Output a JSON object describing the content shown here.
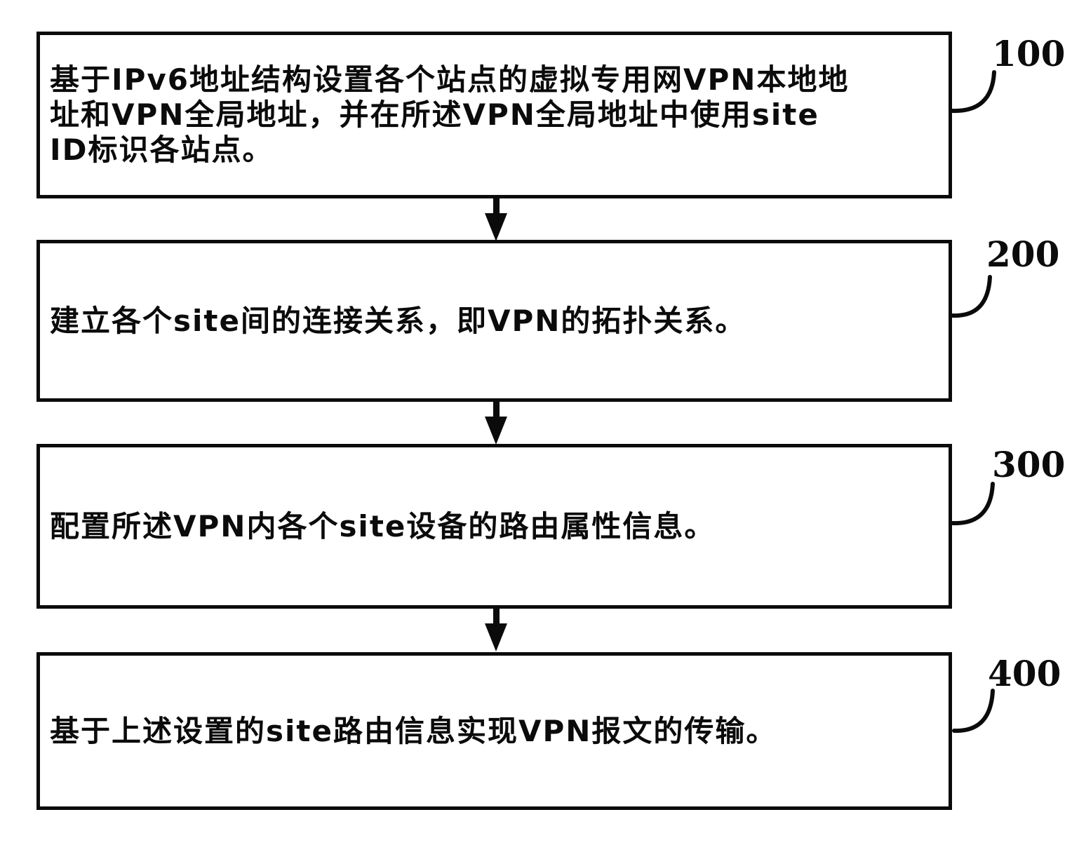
{
  "figure": {
    "type": "flowchart",
    "colors": {
      "ink": "#0b0b0b",
      "background": "#ffffff"
    },
    "steps": [
      {
        "ref": "100",
        "text": "基于IPv6地址结构设置各个站点的虚拟专用网VPN本地地\n址和VPN全局地址，并在所述VPN全局地址中使用site\nID标识各站点。"
      },
      {
        "ref": "200",
        "text": "建立各个site间的连接关系，即VPN的拓扑关系。"
      },
      {
        "ref": "300",
        "text": "配置所述VPN内各个site设备的路由属性信息。"
      },
      {
        "ref": "400",
        "text": "基于上述设置的site路由信息实现VPN报文的传输。"
      }
    ]
  }
}
